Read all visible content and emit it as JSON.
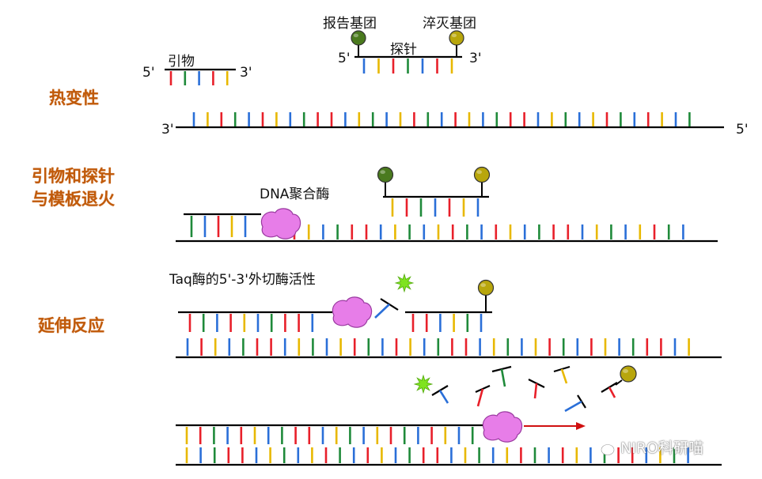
{
  "labels": {
    "reporter": "报告基团",
    "quencher": "淬灭基团",
    "primer": "引物",
    "probe": "探针",
    "polymerase": "DNA聚合酶",
    "exo_activity": "Taq酶的5'-3'外切酶活性"
  },
  "ends": {
    "five": "5'",
    "three": "3'"
  },
  "stages": {
    "denature": "热变性",
    "anneal_line1": "引物和探针",
    "anneal_line2": "与模板退火",
    "extend": "延伸反应"
  },
  "watermark": {
    "text": "NIRO科研喵",
    "icon": "wechat-icon"
  },
  "colors": {
    "stage_text": "#c05a0a",
    "base_red": "#e8202a",
    "base_blue": "#2a6fd8",
    "base_green": "#1f8a3a",
    "base_yellow": "#e8b800",
    "reporter_dye": "#4a7a1e",
    "quencher_dye": "#b8a60c",
    "released_dye": "#7fe31f",
    "polymerase": "#e77de8",
    "arrow": "#d01010"
  }
}
